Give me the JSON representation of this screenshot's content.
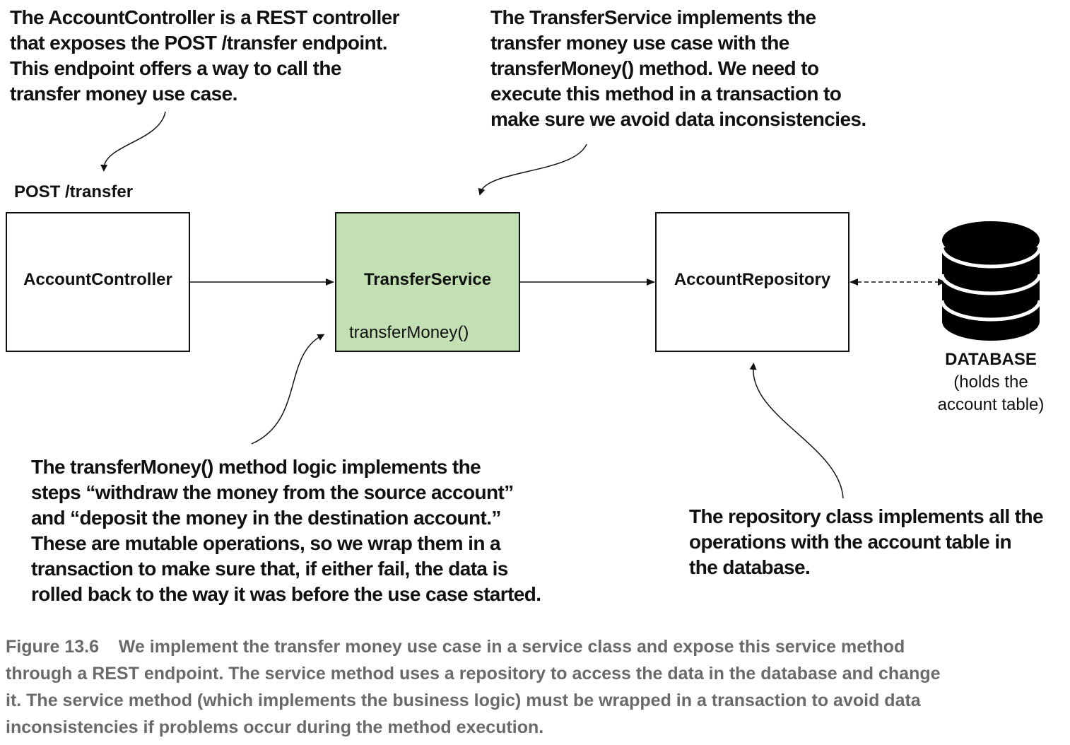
{
  "notes": {
    "controller": [
      "The AccountController is a REST controller",
      "that exposes the POST /transfer endpoint.",
      "This endpoint offers a way to call the",
      "transfer money use case."
    ],
    "service": [
      "The TransferService implements the",
      "transfer money use case with the",
      "transferMoney() method. We need to",
      "execute this method in a transaction to",
      "make sure we avoid data inconsistencies."
    ],
    "method": [
      "The transferMoney() method logic implements the",
      "steps “withdraw the money from the source account”",
      "and “deposit the money in the destination account.”",
      "These are mutable operations, so we wrap them in a",
      "transaction to make sure that, if either fail, the data is",
      "rolled back to the way it was before the use case started."
    ],
    "repository": [
      "The repository class implements all the",
      "operations with the account table in",
      "the database."
    ]
  },
  "endpoint_label": "POST /transfer",
  "boxes": {
    "controller": {
      "title": "AccountController"
    },
    "service": {
      "title": "TransferService",
      "method": "transferMoney()",
      "fill": "#c2e0b4"
    },
    "repository": {
      "title": "AccountRepository"
    }
  },
  "database": {
    "label": "DATABASE",
    "sublabel_lines": [
      "(holds the",
      "account table)"
    ],
    "icon": "database-icon"
  },
  "caption": [
    "Figure 13.6    We implement the transfer money use case in a service class and expose this service method",
    "through a REST endpoint. The service method uses a repository to access the data in the database and change",
    "it. The service method (which implements the business logic) must be wrapped in a transaction to avoid data",
    "inconsistencies if problems occur during the method execution."
  ]
}
